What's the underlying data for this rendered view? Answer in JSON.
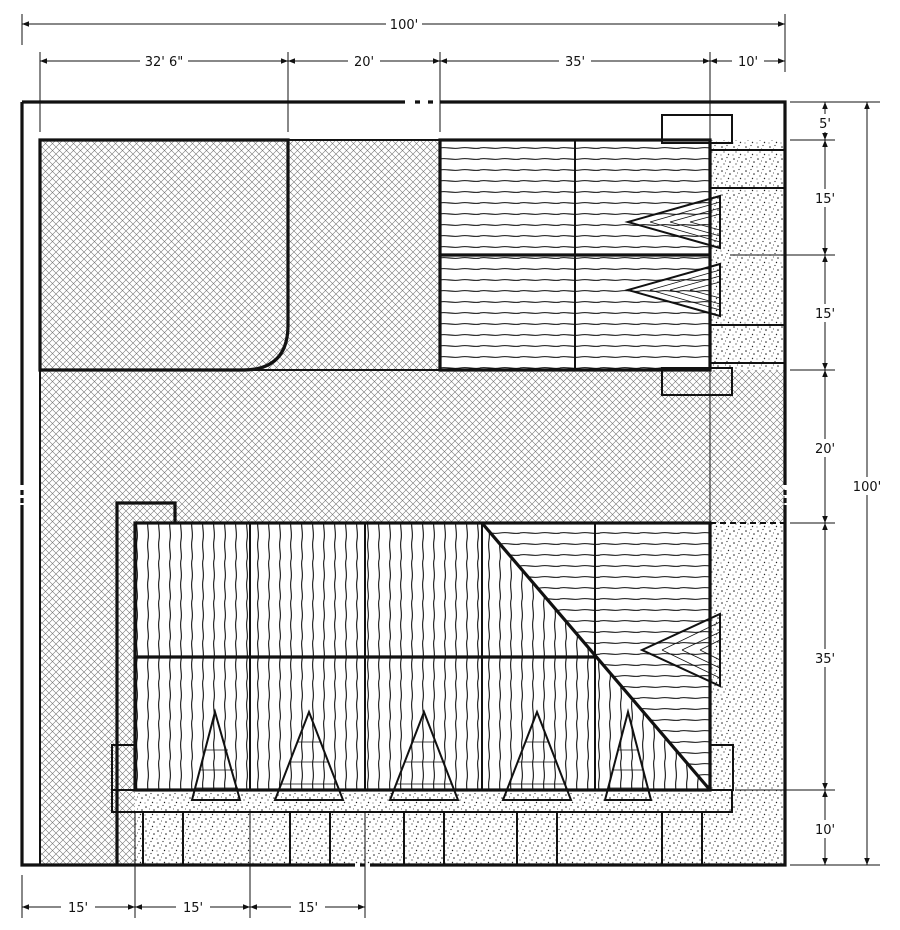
{
  "dimensions": {
    "overall_width": "100'",
    "top_segments": [
      "32' 6\"",
      "20'",
      "35'",
      "10'"
    ],
    "right_segments": [
      "5'",
      "15'",
      "15'",
      "20'",
      "35'",
      "10'"
    ],
    "overall_height": "100'",
    "bottom_segments": [
      "15'",
      "15'",
      "15'"
    ]
  },
  "colors": {
    "ink": "#111111",
    "paper": "#ffffff",
    "gravel_bg": "#f4f4f4"
  }
}
